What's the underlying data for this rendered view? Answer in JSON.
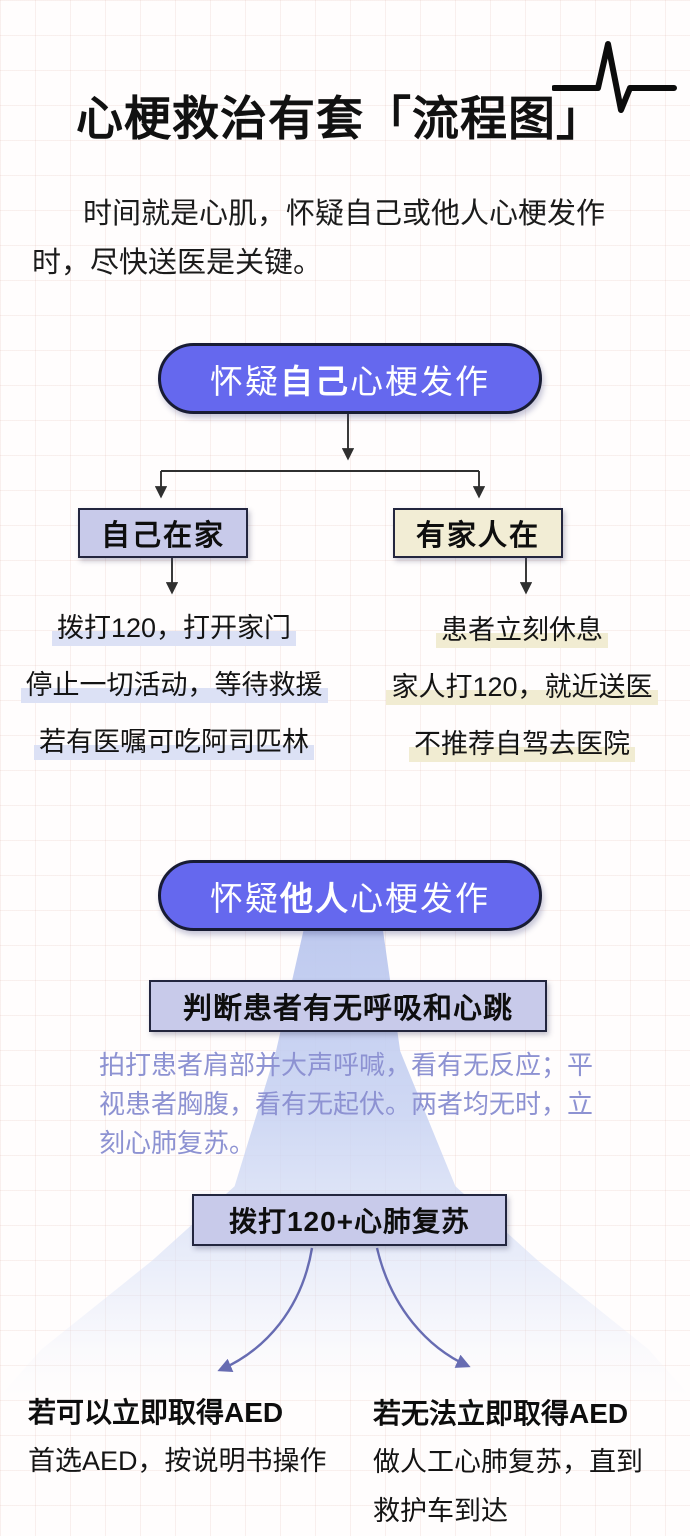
{
  "title": {
    "text": "心梗救治有套「流程图」"
  },
  "intro": {
    "lines": [
      "时间就是心肌，怀疑自己或他人心梗发作",
      "时，尽快送医是关键。"
    ]
  },
  "flow_self": {
    "pill": {
      "prefix": "怀疑",
      "emphasis": "自己",
      "suffix": "心梗发作"
    },
    "branch_left": {
      "label": "自己在家",
      "lines": [
        "拨打120，打开家门",
        "停止一切活动，等待救援",
        "若有医嘱可吃阿司匹林"
      ]
    },
    "branch_right": {
      "label": "有家人在",
      "lines": [
        "患者立刻休息",
        "家人打120，就近送医",
        "不推荐自驾去医院"
      ]
    }
  },
  "flow_other": {
    "pill": {
      "prefix": "怀疑",
      "emphasis": "他人",
      "suffix": "心梗发作"
    },
    "assess_box": "判断患者有无呼吸和心跳",
    "assess_note_lines": [
      "拍打患者肩部并大声呼喊，看有无反应；平",
      "视患者胸腹，看有无起伏。两者均无时，立",
      "刻心肺复苏。"
    ],
    "action_box": "拨打120+心肺复苏",
    "outcome_left": {
      "title": "若可以立即取得AED",
      "lines": [
        "首选AED，按说明书操作"
      ]
    },
    "outcome_right": {
      "title": "若无法立即取得AED",
      "lines": [
        "做人工心肺复苏，直到",
        "救护车到达"
      ]
    }
  },
  "colors": {
    "pill_fill": "#6568ee",
    "pill_border": "#181c34",
    "box_purple": "#c8caea",
    "box_cream": "#f2edd5",
    "box_border": "#23263f",
    "highlight_lavender": "#dce1f5",
    "highlight_cream": "#f1ecd2",
    "note_text": "#8d92d2",
    "curve_arrow": "#676cb2"
  }
}
